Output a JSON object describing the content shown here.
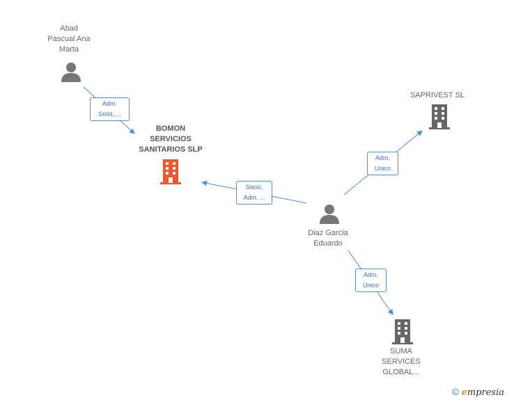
{
  "nodes": {
    "abad": {
      "label_lines": [
        "Abad",
        "Pascual Ana",
        "Marta"
      ],
      "icon": "person-icon"
    },
    "bomon": {
      "label_lines": [
        "BOMON",
        "SERVICIOS",
        "SANITARIOS SLP"
      ],
      "icon": "building-icon",
      "color": "#f0562b"
    },
    "saprivest": {
      "label_lines": [
        "SAPRIVEST SL"
      ],
      "icon": "building-icon",
      "color": "#666666"
    },
    "diaz": {
      "label_lines": [
        "Diaz Garcia",
        "Eduardo"
      ],
      "icon": "person-icon"
    },
    "suma": {
      "label_lines": [
        "SUMA",
        "SERVICES",
        "GLOBAL..."
      ],
      "icon": "building-icon",
      "color": "#666666"
    }
  },
  "edges": {
    "abad_bomon": [
      "Adm.",
      "Solid.,..."
    ],
    "diaz_bomon": [
      "Socio,",
      "Adm. ..."
    ],
    "diaz_saprivest": [
      "Adm.",
      "Unico"
    ],
    "diaz_suma": [
      "Adm.",
      "Unico"
    ]
  },
  "footer": {
    "copyright": "©",
    "brand_e": "e",
    "brand_rest": "mpresia"
  },
  "colors": {
    "edge": "#4a90d9",
    "person": "#777777"
  }
}
